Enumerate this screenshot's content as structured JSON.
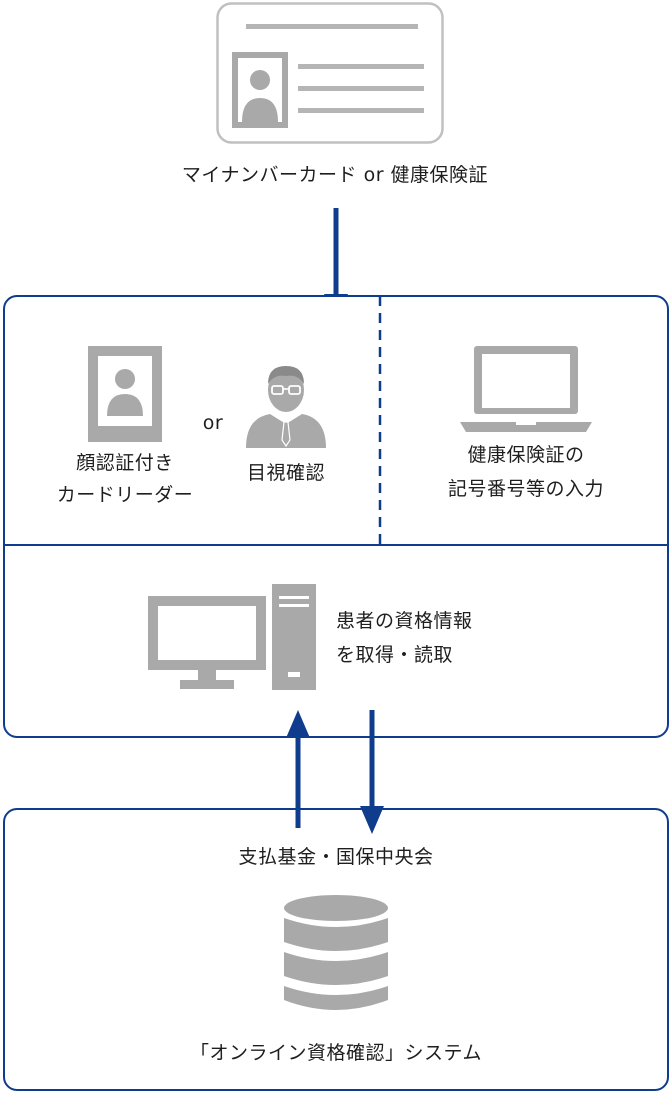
{
  "card": {
    "caption": "マイナンバーカード or 健康保険証"
  },
  "verification": {
    "face_reader_label_line1": "顔認証付き",
    "face_reader_label_line2": "カードリーダー",
    "or_label": "or",
    "visual_check_label": "目視確認",
    "manual_entry_line1": "健康保険証の",
    "manual_entry_line2": "記号番号等の入力"
  },
  "retrieval": {
    "label_line1": "患者の資格情報",
    "label_line2": "を取得・読取"
  },
  "system": {
    "org_label": "支払基金・国保中央会",
    "system_label": "「オンライン資格確認」システム"
  },
  "colors": {
    "accent": "#0f3c8c",
    "icon_gray": "#a9a9a9",
    "card_gray": "#b5b5b5"
  },
  "icons": [
    "id-card-icon",
    "face-reader-icon",
    "staff-person-icon",
    "laptop-icon",
    "desktop-computer-icon",
    "database-icon"
  ]
}
